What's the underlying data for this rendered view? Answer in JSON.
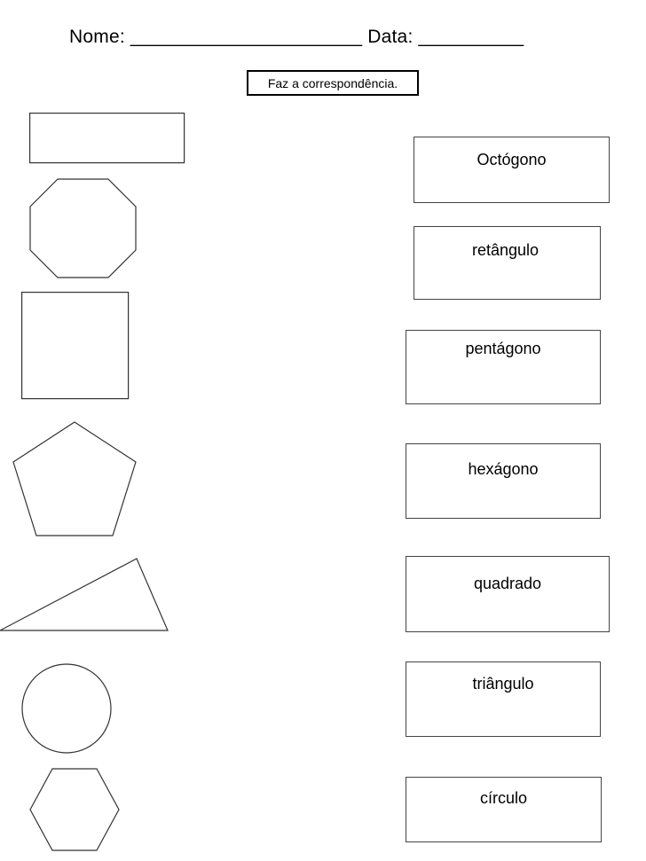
{
  "header": {
    "name_label": "Nome: ______________________",
    "date_label": "Data: __________"
  },
  "instruction": "Faz a correspondência.",
  "shapes": [
    {
      "name": "rectangle",
      "icon": "rectangle-icon"
    },
    {
      "name": "octagon",
      "icon": "octagon-icon"
    },
    {
      "name": "square",
      "icon": "square-icon"
    },
    {
      "name": "pentagon",
      "icon": "pentagon-icon"
    },
    {
      "name": "triangle",
      "icon": "triangle-icon"
    },
    {
      "name": "circle",
      "icon": "circle-icon"
    },
    {
      "name": "hexagon",
      "icon": "hexagon-icon"
    }
  ],
  "words": [
    "Octógono",
    "retângulo",
    "pentágono",
    "hexágono",
    "quadrado",
    "triângulo",
    "círculo"
  ]
}
